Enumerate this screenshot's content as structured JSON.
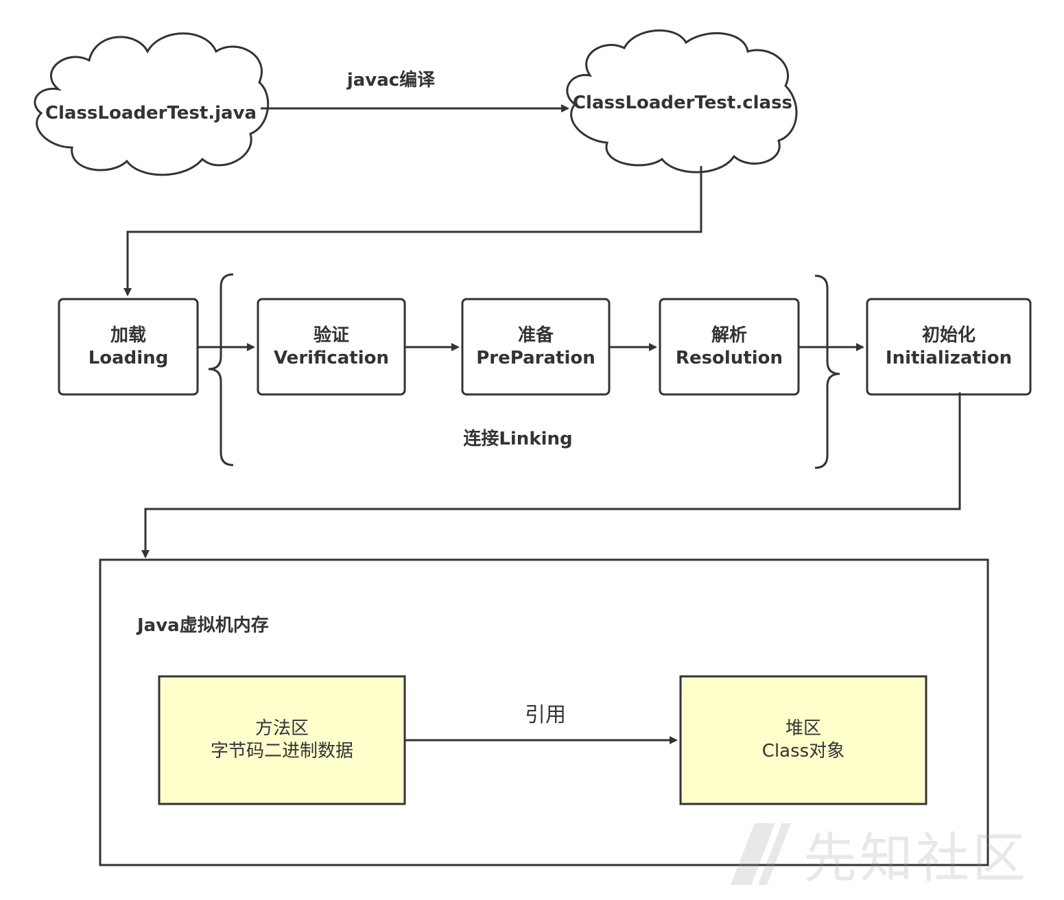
{
  "compile": {
    "source_file": "ClassLoaderTest.java",
    "edge_label": "javac编译",
    "class_file": "ClassLoaderTest.class"
  },
  "stages": {
    "loading": {
      "cn": "加载",
      "en": "Loading"
    },
    "verification": {
      "cn": "验证",
      "en": "Verification"
    },
    "preparation": {
      "cn": "准备",
      "en": "PreParation"
    },
    "resolution": {
      "cn": "解析",
      "en": "Resolution"
    },
    "initialization": {
      "cn": "初始化",
      "en": "Initialization"
    }
  },
  "linking_label": "连接Linking",
  "memory": {
    "title": "Java虚拟机内存",
    "method_area": {
      "line1": "方法区",
      "line2": "字节码二进制数据"
    },
    "heap": {
      "line1": "堆区",
      "line2": "Class对象"
    },
    "reference_label": "引用"
  },
  "watermark": {
    "text": "先知社区"
  },
  "colors": {
    "stroke": "#333333",
    "box_fill": "#ffffff",
    "memory_box_fill": "#ffffcc"
  }
}
